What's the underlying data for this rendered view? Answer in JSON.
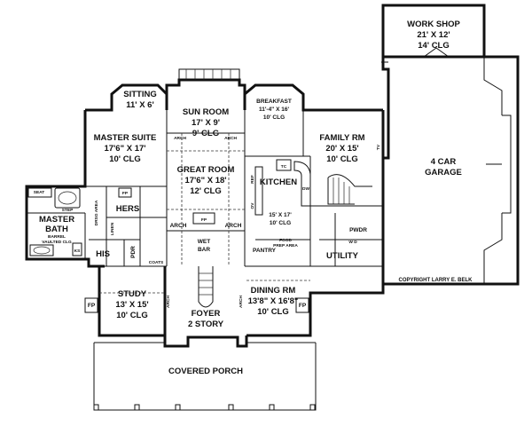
{
  "rooms": {
    "workshop": {
      "name": "WORK SHOP",
      "dims": "21' X 12'",
      "clg": "14' CLG"
    },
    "sitting": {
      "name": "SITTING",
      "dims": "11' X 6'"
    },
    "sunroom": {
      "name": "SUN ROOM",
      "dims": "17' X 9'",
      "clg": "9' CLG"
    },
    "breakfast": {
      "name": "BREAKFAST",
      "dims": "11'-4\" X 16'",
      "clg": "10' CLG"
    },
    "master_suite": {
      "name": "MASTER SUITE",
      "dims": "17'6\" X 17'",
      "clg": "10' CLG"
    },
    "family_rm": {
      "name": "FAMILY RM",
      "dims": "20' X 15'",
      "clg": "10' CLG"
    },
    "garage": {
      "name": "4 CAR",
      "name2": "GARAGE"
    },
    "great_room": {
      "name": "GREAT ROOM",
      "dims": "17'6\" X 18'",
      "clg": "12' CLG"
    },
    "kitchen": {
      "name": "KITCHEN",
      "dims": "15' X 17'",
      "clg": "10' CLG"
    },
    "master_bath": {
      "name": "MASTER",
      "name2": "BATH",
      "note1": "BARREL",
      "note2": "VAULTED CLG"
    },
    "hers": {
      "name": "HERS"
    },
    "his": {
      "name": "HIS"
    },
    "study": {
      "name": "STUDY",
      "dims": "13' X 15'",
      "clg": "10' CLG"
    },
    "dining": {
      "name": "DINING RM",
      "dims": "13'8\" X 16'8\"",
      "clg": "10' CLG"
    },
    "foyer": {
      "name": "FOYER",
      "sub": "2 STORY"
    },
    "porch": {
      "name": "COVERED PORCH"
    },
    "pantry": {
      "name": "PANTRY"
    },
    "utility": {
      "name": "UTILITY"
    },
    "pwdr_right": {
      "name": "PWDR"
    },
    "pdr_left": {
      "name": "PDR"
    }
  },
  "labels": {
    "arch": "ARCH",
    "fp": "FP",
    "wet_bar": "WET",
    "wet_bar2": "BAR",
    "dw": "DW",
    "tc": "TC",
    "ov": "OV",
    "ref": "REF",
    "tv": "TV",
    "seat": "SEAT",
    "step": "STEP",
    "ks": "KS",
    "drsg_area": "DRSG AREA",
    "linen": "LINEN",
    "coats": "COATS",
    "wd": "W  D",
    "food_prep": "FOOD",
    "food_prep2": "PREP AREA"
  },
  "copyright": "COPYRIGHT LARRY E. BELK"
}
